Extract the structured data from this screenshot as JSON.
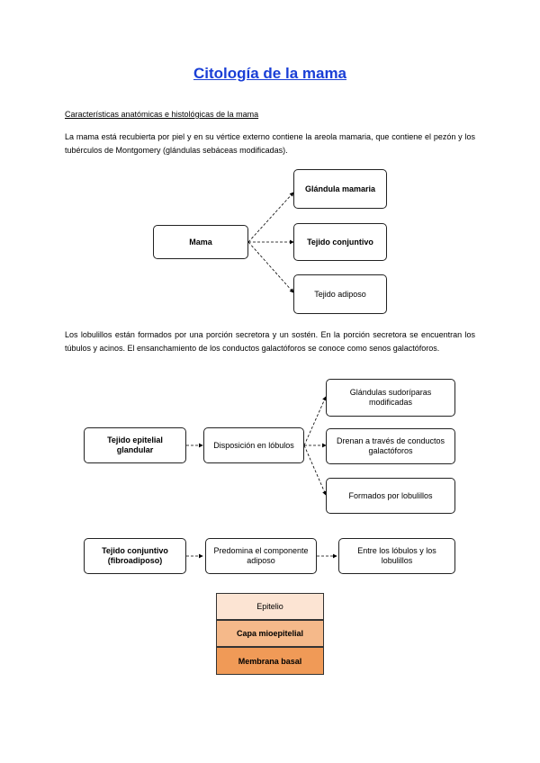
{
  "title": "Citología de la mama",
  "subtitle": "Características anatómicas e histológicas de la mama",
  "paragraph1": "La mama está recubierta por piel y en su vértice externo contiene la areola mamaria, que contiene el pezón y los tubérculos de Montgomery (glándulas sebáceas modificadas).",
  "paragraph2": "Los lobulillos están formados por una porción secretora y un sostén. En la porción secretora se encuentran los túbulos y acinos. El ensanchamiento de los conductos galactóforos se conoce como senos galactóforos.",
  "diagram1": {
    "root": "Mama",
    "children": [
      "Glándula mamaria",
      "Tejido conjuntivo",
      "Tejido adiposo"
    ]
  },
  "diagram2": {
    "root": "Tejido epitelial glandular",
    "middle": "Disposición en lóbulos",
    "children": [
      "Glándulas sudoríparas modificadas",
      "Drenan a través de conductos galactóforos",
      "Formados por lobulillos"
    ]
  },
  "diagram3": {
    "boxes": [
      "Tejido conjuntivo (fibroadiposo)",
      "Predomina el componente adiposo",
      "Entre los lóbulos y los lobulillos"
    ]
  },
  "layers": {
    "items": [
      "Epitelio",
      "Capa mioepitelial",
      "Membrana basal"
    ],
    "colors": [
      "#fce4d3",
      "#f5b98a",
      "#f09a57"
    ]
  }
}
